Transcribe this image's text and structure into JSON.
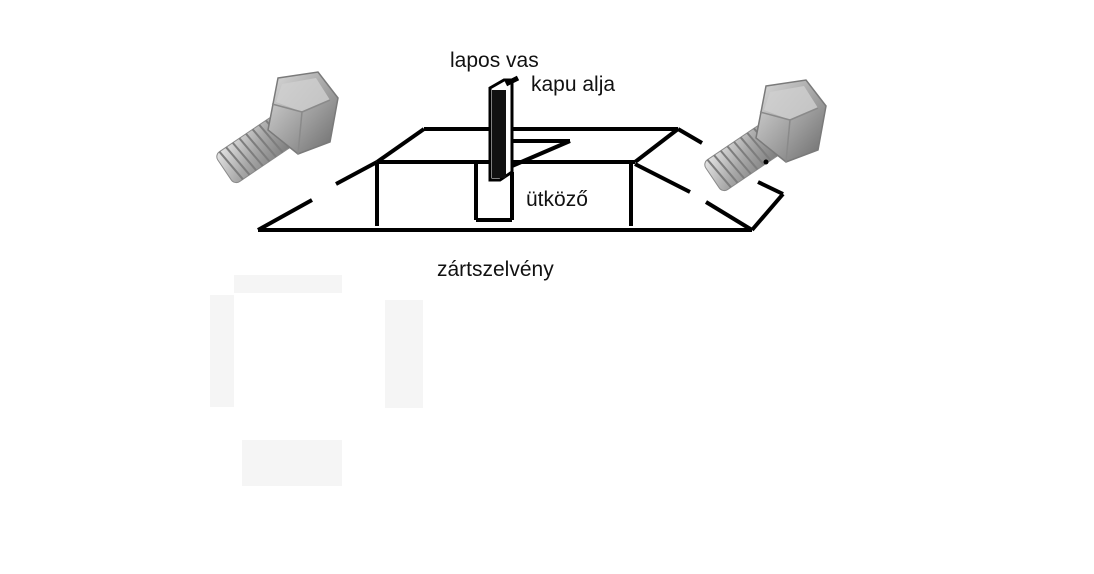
{
  "labels": {
    "flat_iron": "lapos vas",
    "gate_bottom": "kapu alja",
    "stopper": "ütköző",
    "rectangular_tube": "zártszelvény"
  },
  "colors": {
    "line": "#000000",
    "bolt_light": "#d8d8d8",
    "bolt_mid": "#a9a9a9",
    "bolt_dark": "#6e6e6e",
    "ghost_marks": "#f4f4f4"
  },
  "icons": {
    "left_bolt": "hex-bolt-icon",
    "right_bolt": "hex-bolt-icon"
  }
}
